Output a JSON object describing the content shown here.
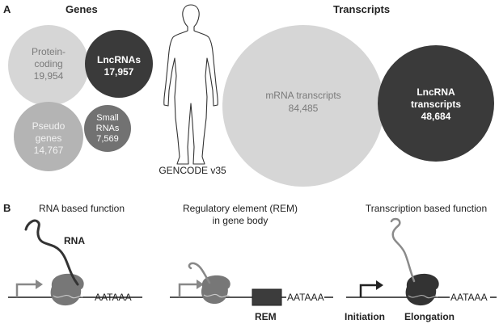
{
  "panel_a": {
    "letter": "A",
    "genes_heading": "Genes",
    "transcripts_heading": "Transcripts",
    "genes": {
      "protein_coding": {
        "label_1": "Protein-",
        "label_2": "coding",
        "count": "19,954",
        "color": "#d6d6d6"
      },
      "lncrnas": {
        "label": "LncRNAs",
        "count": "17,957",
        "color": "#3a3a3a"
      },
      "pseudo": {
        "label_1": "Pseudo",
        "label_2": "genes",
        "count": "14,767",
        "color": "#b4b4b4"
      },
      "small_rnas": {
        "label_1": "Small",
        "label_2": "RNAs",
        "count": "7,569",
        "color": "#727272"
      }
    },
    "human_caption": "GENCODE v35",
    "transcripts": {
      "mrna": {
        "label": "mRNA transcripts",
        "count": "84,485",
        "color": "#d6d6d6"
      },
      "lncrna": {
        "label_1": "LncRNA",
        "label_2": "transcripts",
        "count": "48,684",
        "color": "#3a3a3a"
      }
    }
  },
  "panel_b": {
    "letter": "B",
    "rna_based": {
      "title": "RNA based function",
      "rna_label": "RNA",
      "polya": "AATAAA"
    },
    "regulatory": {
      "title_1": "Regulatory element (REM)",
      "title_2": "in gene body",
      "rem_label": "REM",
      "polya": "AATAAA"
    },
    "transcription": {
      "title": "Transcription based function",
      "polya": "AATAAA",
      "initiation": "Initiation",
      "elongation": "Elongation"
    }
  },
  "colors": {
    "text_dark": "#222222",
    "text_light_on_grey": "#7a7a7a",
    "line": "#555555",
    "polymerase_grey": "#777777",
    "polymerase_dark": "#333333",
    "rna_dark": "#333333",
    "rna_light": "#8a8a8a",
    "rem_box": "#3c3c3c"
  }
}
